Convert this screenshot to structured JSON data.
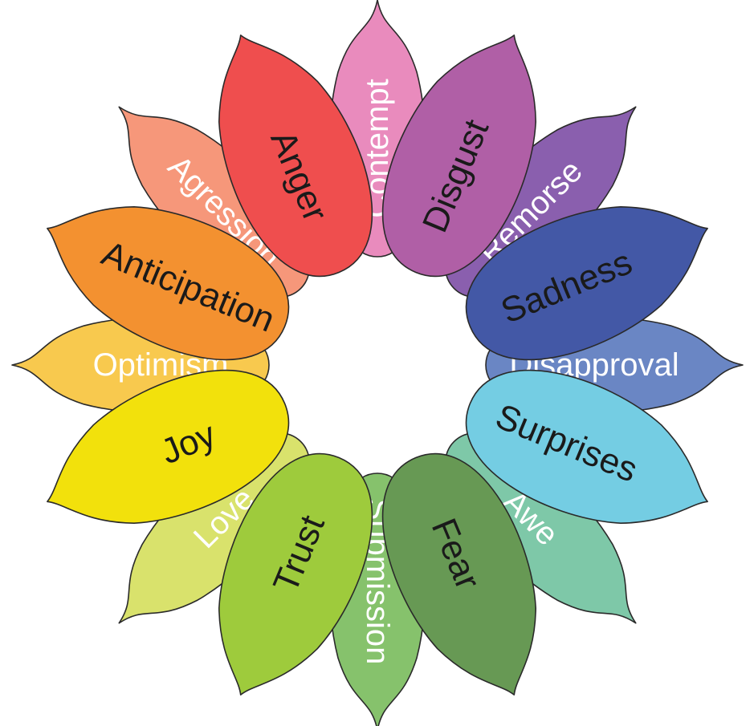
{
  "wheel": {
    "outer_petals": [
      {
        "label": "Contempt",
        "color": "#e98bbd",
        "text_color": "#ffffff"
      },
      {
        "label": "Remorse",
        "color": "#8a5fae",
        "text_color": "#ffffff"
      },
      {
        "label": "Disapproval",
        "color": "#6a86c4",
        "text_color": "#ffffff"
      },
      {
        "label": "Awe",
        "color": "#7ec8a8",
        "text_color": "#ffffff"
      },
      {
        "label": "Submission",
        "color": "#86c26c",
        "text_color": "#ffffff"
      },
      {
        "label": "Love",
        "color": "#d9e26c",
        "text_color": "#ffffff"
      },
      {
        "label": "Optimism",
        "color": "#f8c94e",
        "text_color": "#ffffff"
      },
      {
        "label": "Agression",
        "color": "#f6977a",
        "text_color": "#ffffff"
      }
    ],
    "inner_petals": [
      {
        "label": "Disgust",
        "color": "#b05fa6",
        "text_color": "#1a1a1a"
      },
      {
        "label": "Sadness",
        "color": "#4358a6",
        "text_color": "#1a1a1a"
      },
      {
        "label": "Surprises",
        "color": "#74cde3",
        "text_color": "#1a1a1a"
      },
      {
        "label": "Fear",
        "color": "#679954",
        "text_color": "#1a1a1a"
      },
      {
        "label": "Trust",
        "color": "#9ecb3c",
        "text_color": "#1a1a1a"
      },
      {
        "label": "Joy",
        "color": "#f2e10c",
        "text_color": "#1a1a1a"
      },
      {
        "label": "Anticipation",
        "color": "#f39130",
        "text_color": "#1a1a1a"
      },
      {
        "label": "Anger",
        "color": "#ef4e4e",
        "text_color": "#1a1a1a"
      }
    ]
  }
}
